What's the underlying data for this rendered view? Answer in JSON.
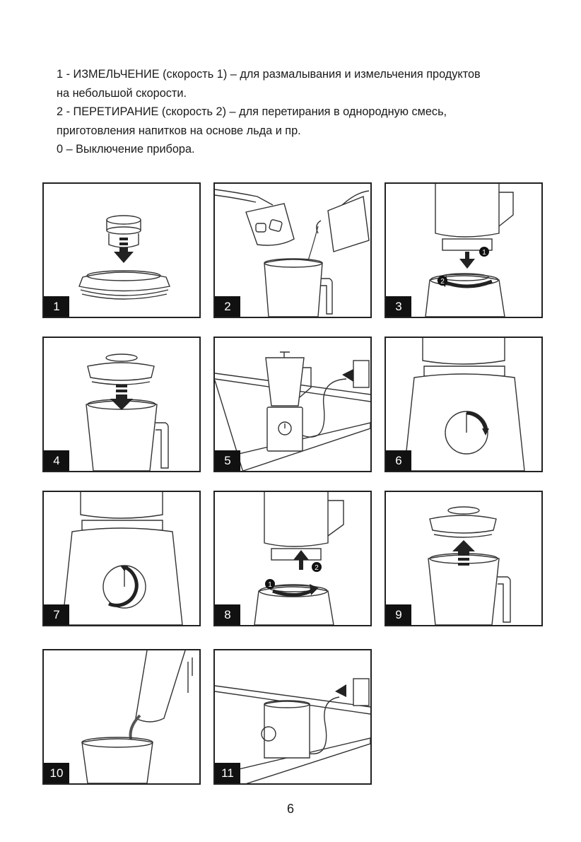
{
  "instructions": {
    "lines": [
      "1 - ИЗМЕЛЬЧЕНИЕ (скорость 1) – для размалывания и измельчения продуктов",
      "на небольшой скорости.",
      "2 - ПЕРЕТИРАНИЕ (скорость 2) – для перетирания в однородную смесь,",
      "приготовления напитков на основе льда и пр.",
      "0 – Выключение прибора."
    ]
  },
  "steps": [
    {
      "number": "1",
      "callouts": []
    },
    {
      "number": "2",
      "callouts": []
    },
    {
      "number": "3",
      "callouts": [
        "1",
        "2"
      ]
    },
    {
      "number": "4",
      "callouts": []
    },
    {
      "number": "5",
      "callouts": []
    },
    {
      "number": "6",
      "callouts": []
    },
    {
      "number": "7",
      "callouts": []
    },
    {
      "number": "8",
      "callouts": [
        "1",
        "2"
      ]
    },
    {
      "number": "9",
      "callouts": []
    },
    {
      "number": "10",
      "callouts": []
    },
    {
      "number": "11",
      "callouts": []
    }
  ],
  "footer": {
    "page_number": "6"
  }
}
